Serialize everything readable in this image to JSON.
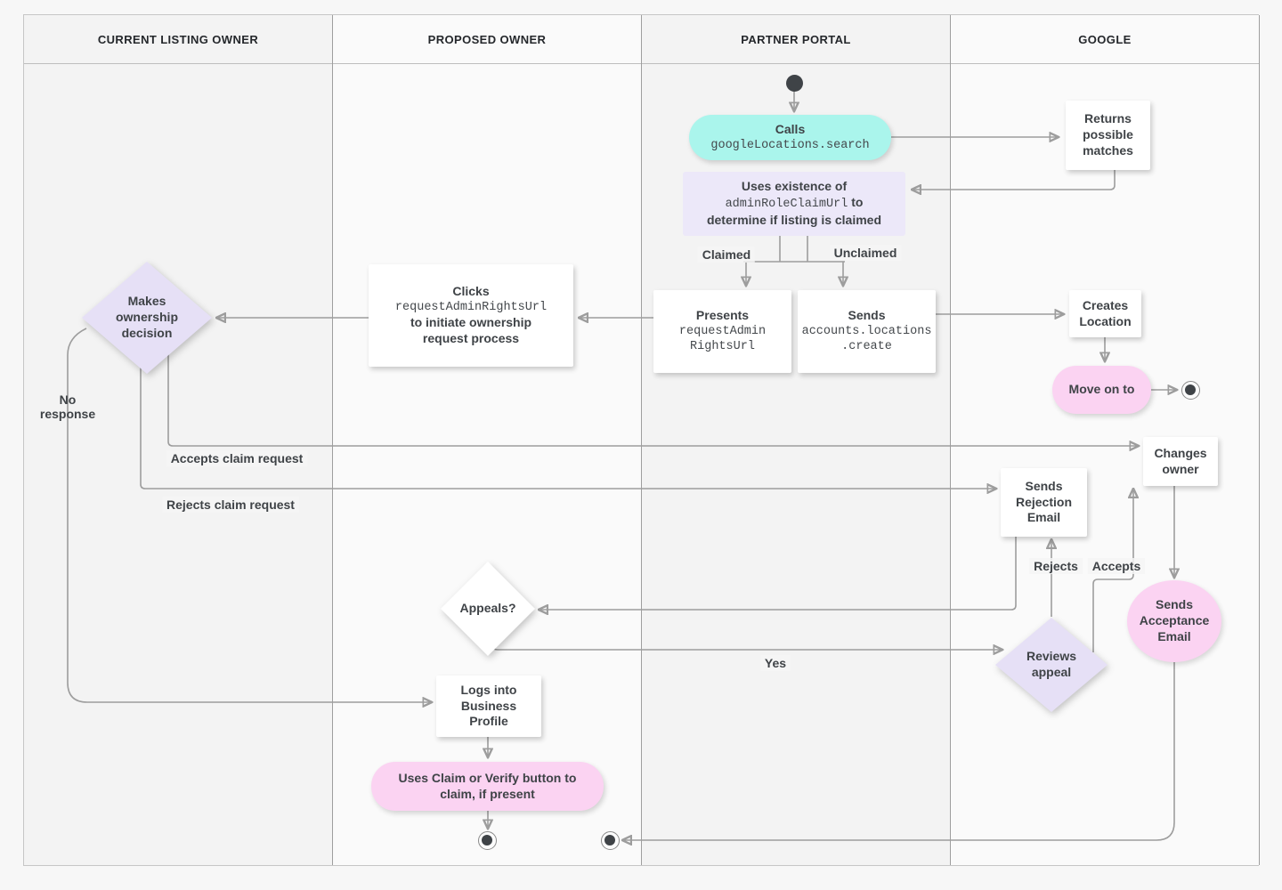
{
  "header": {
    "lanes": [
      "CURRENT LISTING OWNER",
      "PROPOSED OWNER",
      "PARTNER PORTAL",
      "GOOGLE"
    ]
  },
  "nodes": {
    "calls": {
      "title": "Calls",
      "code": "googleLocations.search"
    },
    "returns_matches": {
      "label": "Returns possible matches"
    },
    "uses_existence": {
      "line1": "Uses existence of",
      "code": "adminRoleClaimUrl",
      "suffix": " to",
      "line3": "determine if listing is claimed"
    },
    "presents": {
      "title": "Presents",
      "code_line1": "requestAdmin",
      "code_line2": "RightsUrl"
    },
    "sends_create": {
      "title": "Sends",
      "code_line1": "accounts.locations",
      "code_line2": ".create"
    },
    "creates_location": {
      "label": "Creates Location"
    },
    "move_on": {
      "label": "Move on to"
    },
    "clicks": {
      "title": "Clicks",
      "code": "requestAdminRightsUrl",
      "subtitle": "to initiate ownership request process"
    },
    "makes_decision": {
      "label": "Makes ownership decision"
    },
    "sends_rejection": {
      "label": "Sends Rejection Email"
    },
    "changes_owner": {
      "label": "Changes owner"
    },
    "sends_acceptance": {
      "label": "Sends Acceptance Email"
    },
    "appeals": {
      "label": "Appeals?"
    },
    "reviews_appeal": {
      "label": "Reviews appeal"
    },
    "logs_in": {
      "label": "Logs into Business Profile"
    },
    "uses_claim": {
      "label": "Uses Claim or Verify button to claim, if present"
    }
  },
  "edge_labels": {
    "claimed": "Claimed",
    "unclaimed": "Unclaimed",
    "no_response": "No response",
    "accepts_claim": "Accepts claim request",
    "rejects_claim": "Rejects claim request",
    "rejects": "Rejects",
    "accepts": "Accepts",
    "yes": "Yes"
  },
  "colors": {
    "teal_pill": "#aaf5ec",
    "pink_pill": "#fbd3f2",
    "lavender_box": "#ece8f9",
    "lavender_diamond": "#e6e0f6",
    "node_white": "#ffffff",
    "edge_line": "#9d9d9d",
    "text": "#3f4347"
  }
}
